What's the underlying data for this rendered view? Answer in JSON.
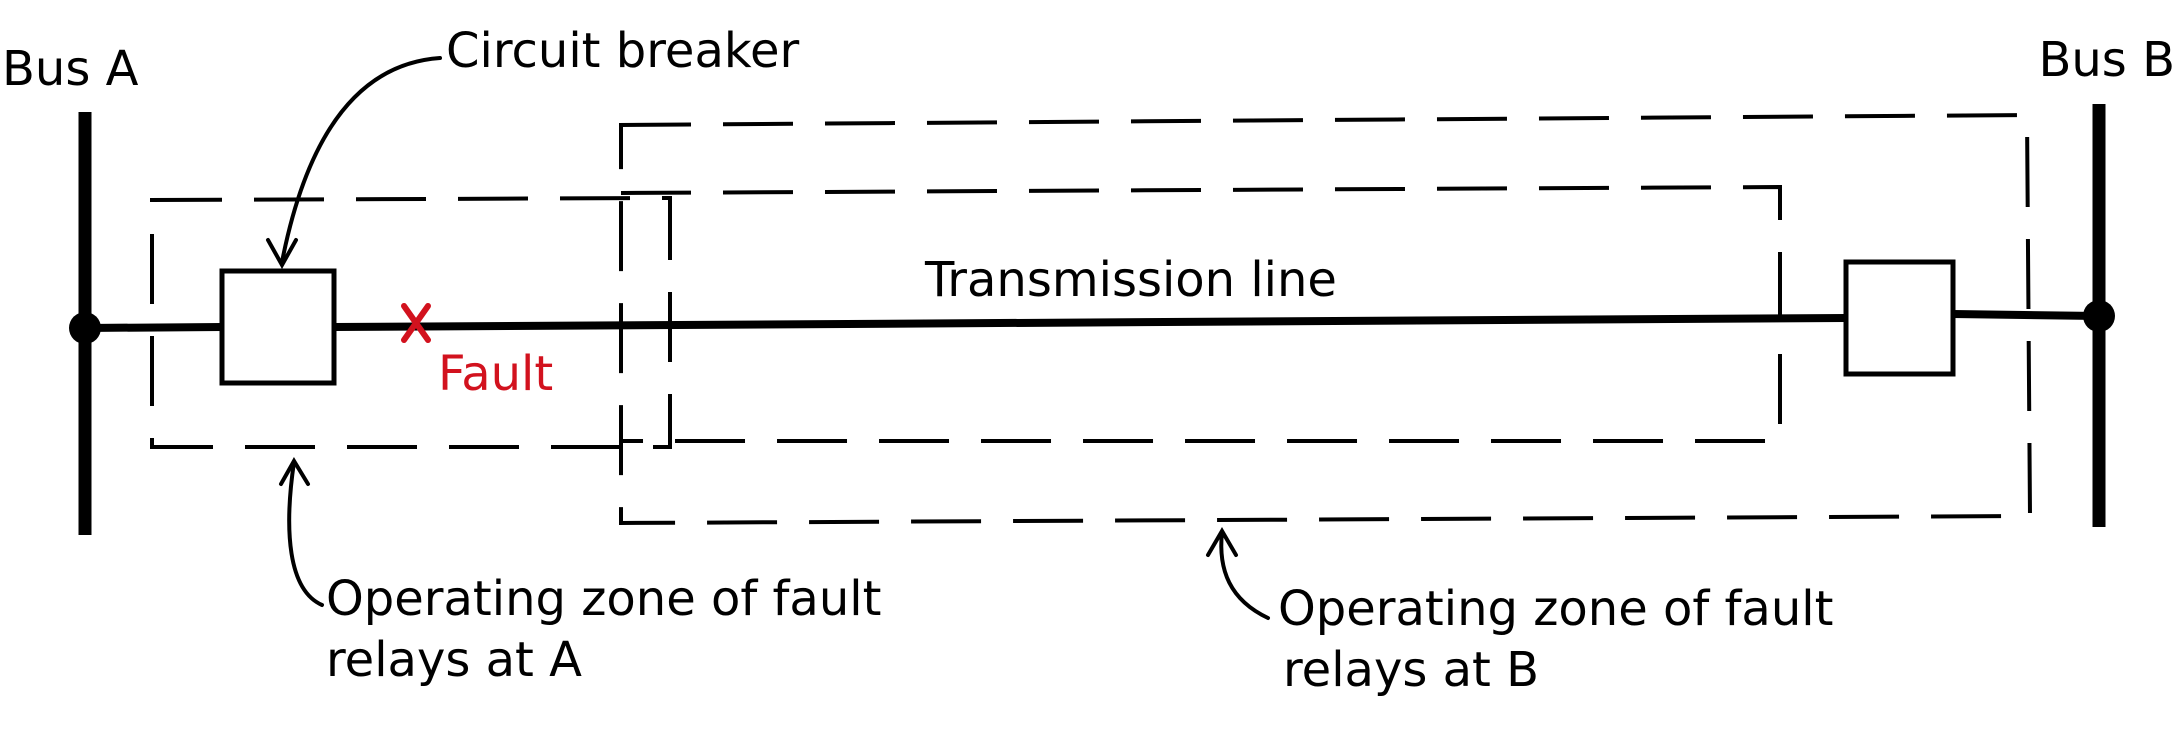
{
  "labels": {
    "bus_a": "Bus A",
    "bus_b": "Bus B",
    "circuit_breaker": "Circuit breaker",
    "transmission_line": "Transmission line",
    "fault": "Fault",
    "zone_a_line1": "Operating zone of fault",
    "zone_a_line2": "relays at A",
    "zone_b_line1": "Operating zone of fault",
    "zone_b_line2": "relays at B"
  },
  "colors": {
    "line": "#000000",
    "fault": "#d2121e",
    "background": "#ffffff"
  }
}
